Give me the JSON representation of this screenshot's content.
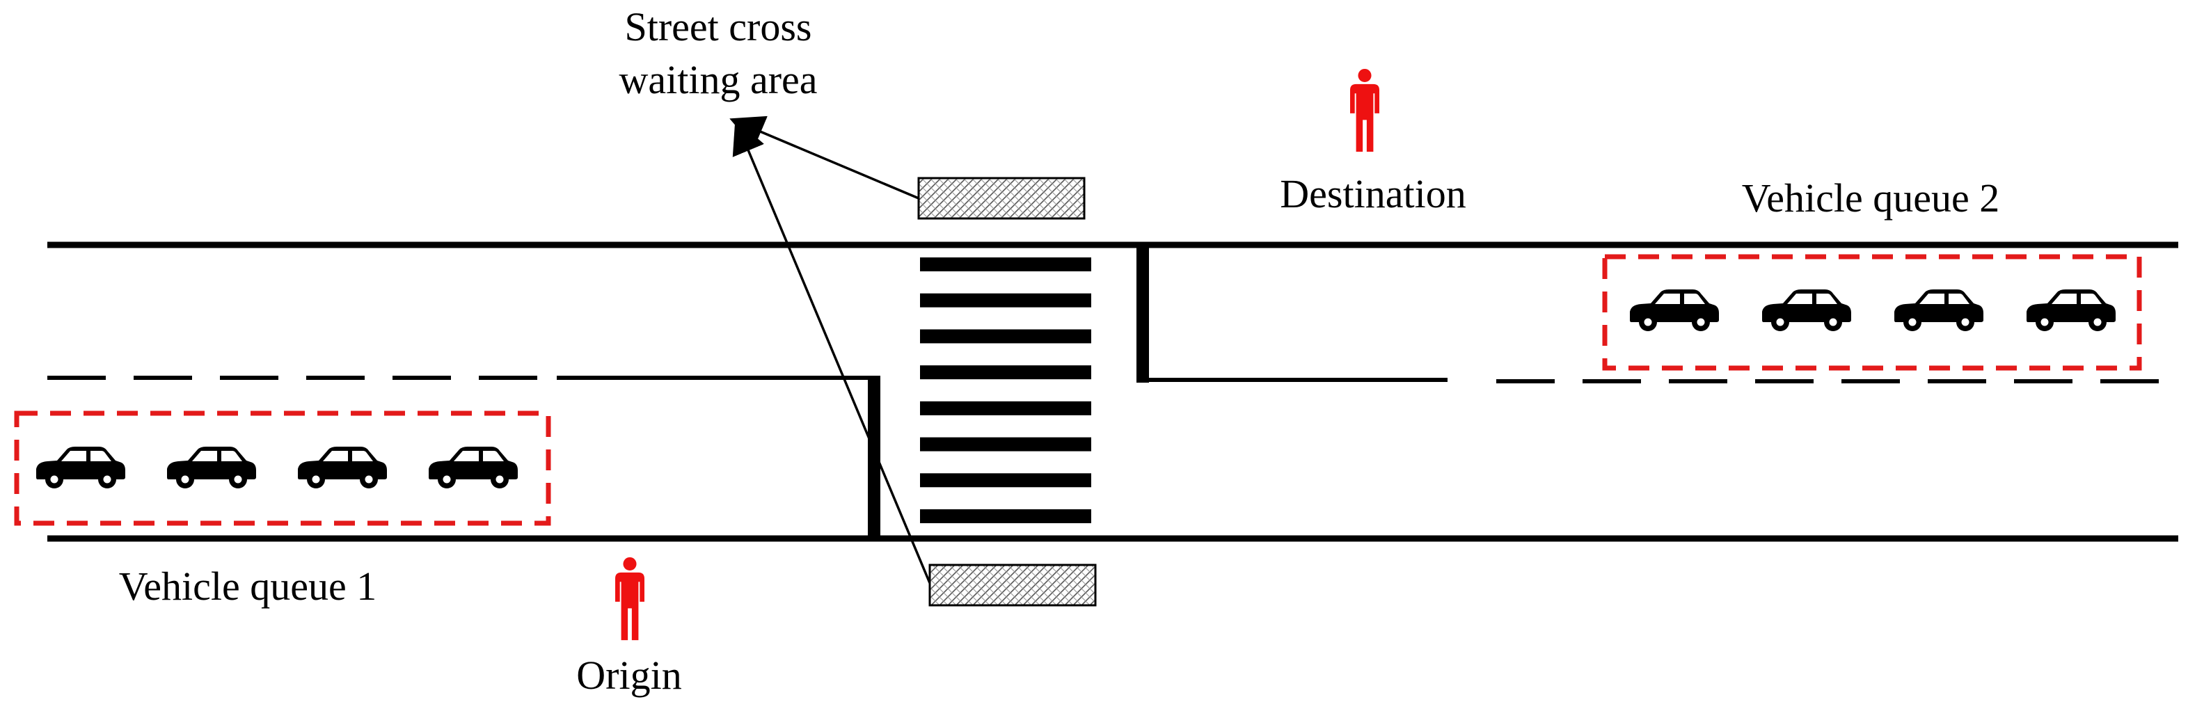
{
  "labels": {
    "waiting_area_line1": "Street cross",
    "waiting_area_line2": "waiting area",
    "destination": "Destination",
    "origin": "Origin",
    "queue1": "Vehicle queue 1",
    "queue2": "Vehicle queue 2"
  },
  "queue1": {
    "vehicle_count": 4
  },
  "queue2": {
    "vehicle_count": 4
  },
  "crosswalk": {
    "stripe_count": 8
  },
  "icons": {
    "pedestrian": "pedestrian-icon",
    "car": "car-icon",
    "waiting_area": "hatched-waiting-area"
  },
  "colors": {
    "pedestrian": "#ee1111",
    "queue_box": "#e31a1a",
    "road": "#000000"
  }
}
